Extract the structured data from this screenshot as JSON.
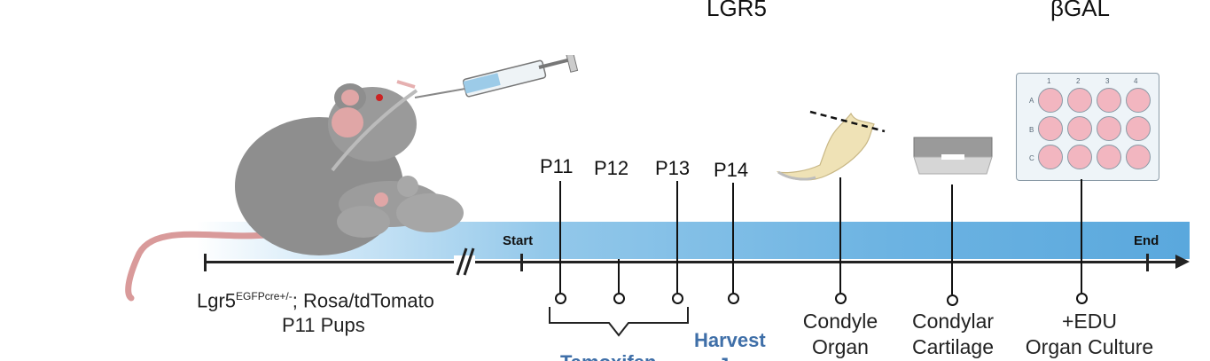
{
  "top_labels": {
    "lgr5": "LGR5",
    "bgal": "βGAL"
  },
  "timeline": {
    "start_label": "Start",
    "end_label": "End"
  },
  "mouse_caption": {
    "line1_prefix": "Lgr5",
    "line1_sup": "EGFPcre+/-",
    "line1_suffix": "; Rosa/tdTomato",
    "line2": "P11 Pups"
  },
  "days": [
    "P11",
    "P12",
    "P13",
    "P14"
  ],
  "tamoxifen_label": "Tamoxifen",
  "harvest_label": "Harvest",
  "harvest_label_2": "Jaws",
  "stages": [
    {
      "line1": "Condyle",
      "line2": "Organ"
    },
    {
      "line1": "Condylar",
      "line2": "Cartilage"
    },
    {
      "line1": "+EDU",
      "line2": "Organ Culture"
    }
  ],
  "plate": {
    "cols": [
      "1",
      "2",
      "3",
      "4"
    ],
    "rows": [
      "A",
      "B",
      "C"
    ]
  }
}
